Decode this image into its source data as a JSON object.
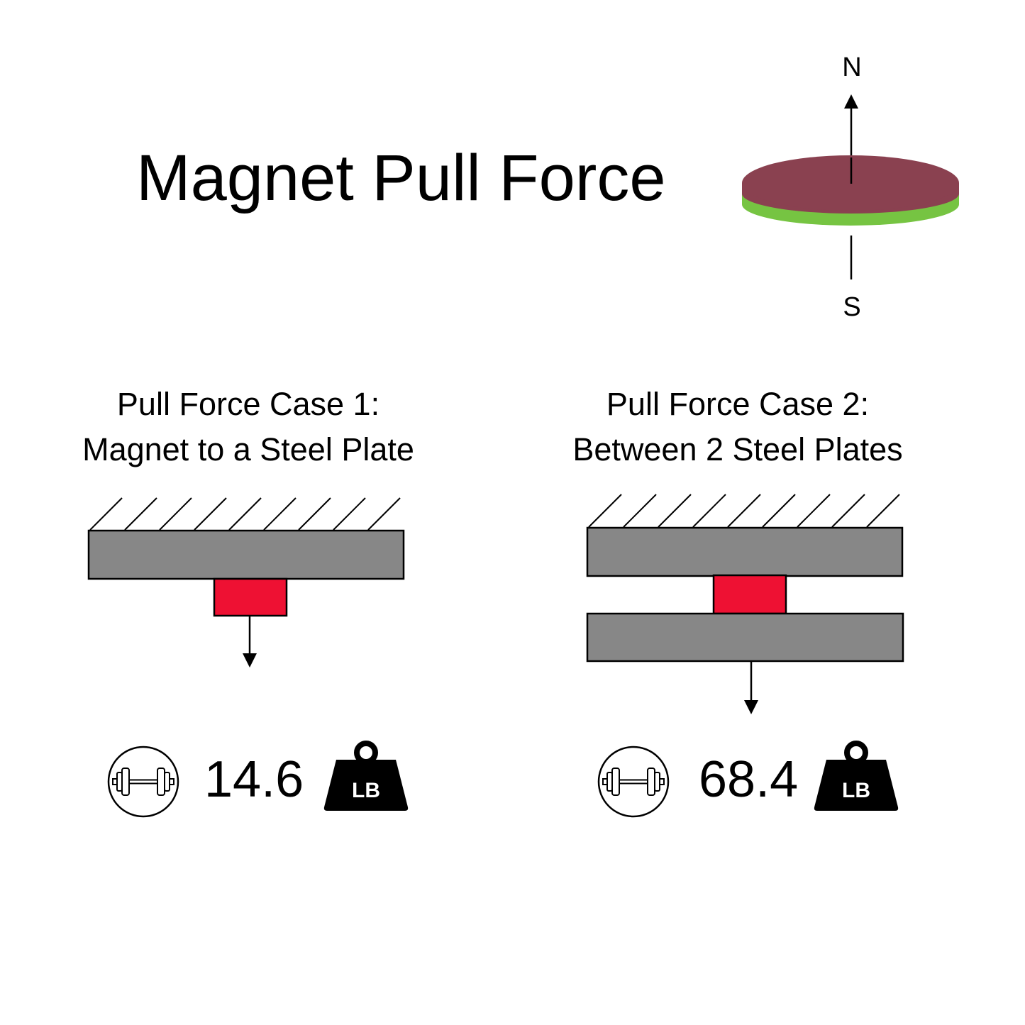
{
  "title": "Magnet Pull Force",
  "magnet": {
    "north_label": "N",
    "south_label": "S",
    "colors": {
      "north_face": "#8a4150",
      "south_face": "#76c442"
    }
  },
  "cases": [
    {
      "heading_line1": "Pull Force Case 1:",
      "heading_line2": "Magnet to a Steel Plate",
      "value": "14.6",
      "unit": "LB",
      "icons": [
        "dumbbell-icon",
        "weight-icon"
      ]
    },
    {
      "heading_line1": "Pull Force Case 2:",
      "heading_line2": "Between 2 Steel Plates",
      "value": "68.4",
      "unit": "LB",
      "icons": [
        "dumbbell-icon",
        "weight-icon"
      ]
    }
  ],
  "colors": {
    "plate": "#878787",
    "magnet_block": "#ee1133",
    "outline": "#000000"
  }
}
